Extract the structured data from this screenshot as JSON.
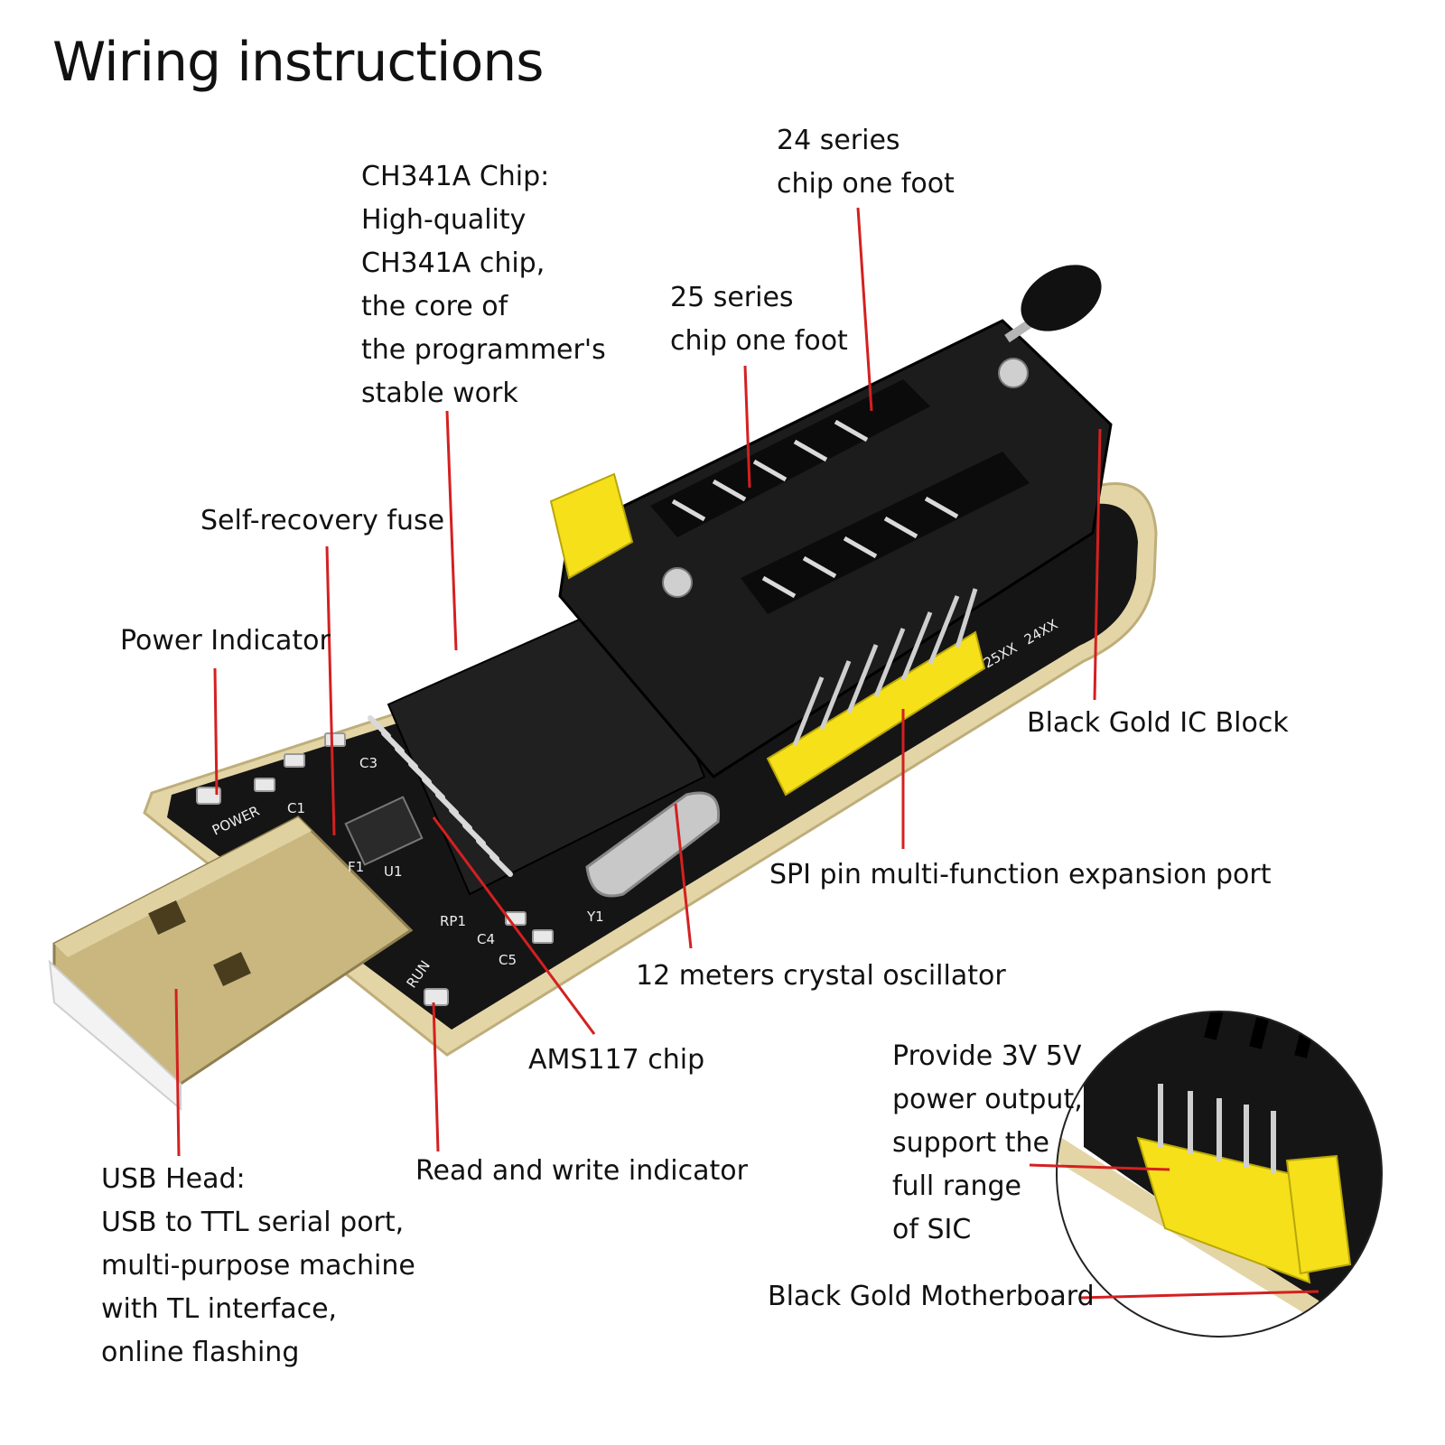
{
  "title": "Wiring instructions",
  "colors": {
    "leader": "#d42020",
    "board": "#151515",
    "pcb_edge": "#e3d5a6",
    "header": "#f5e01a",
    "usb": "#c9b77f"
  },
  "labels": {
    "ch341a": [
      "CH341A Chip:",
      "High-quality",
      "CH341A chip,",
      "the core of",
      "the programmer's",
      "stable work"
    ],
    "series24": [
      "24 series",
      "chip one foot"
    ],
    "series25": [
      "25 series",
      "chip one foot"
    ],
    "fuse": "Self-recovery fuse",
    "power_indicator": "Power Indicator",
    "ic_block": "Black Gold IC Block",
    "spi_port": "SPI pin multi-function expansion port",
    "crystal": "12 meters crystal oscillator",
    "ams117": "AMS117 chip",
    "rw_indicator": "Read and write indicator",
    "usb_head": [
      "USB Head:",
      "USB to TTL serial port,",
      "multi-purpose machine",
      "with TL interface,",
      "online flashing"
    ],
    "power_output": [
      "Provide 3V 5V",
      "power output,",
      "support the",
      "full range",
      "of SIC"
    ],
    "motherboard": "Black Gold Motherboard"
  },
  "silkscreen": {
    "power": "POWER",
    "run": "RUN",
    "c1": "C1",
    "c3": "C3",
    "u1": "U1",
    "f1": "F1",
    "rp1": "RP1",
    "c4": "C4",
    "c5": "C5",
    "y1": "Y1",
    "xx25": "25XX",
    "xx24": "24XX"
  }
}
